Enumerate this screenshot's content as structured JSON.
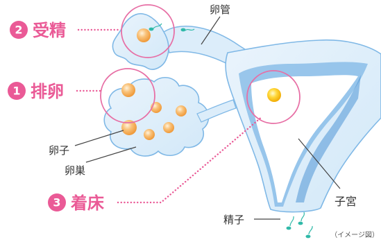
{
  "steps": [
    {
      "number": "1",
      "label": "排卵"
    },
    {
      "number": "2",
      "label": "受精"
    },
    {
      "number": "3",
      "label": "着床"
    }
  ],
  "labels": {
    "fallopian_tube": "卵管",
    "egg": "卵子",
    "ovary": "卵巣",
    "uterus": "子宮",
    "sperm": "精子"
  },
  "note": "（イメージ図）",
  "colors": {
    "pink": "#ea5a96",
    "pink_circle": "#e76fa5",
    "tissue_light": "#dcedfa",
    "tissue_mid": "#8ec3ea",
    "tissue_dark": "#4f95d6",
    "egg_orange": "#f6ad4e",
    "egg_gold": "#f5c400",
    "sperm_teal": "#2fb9a8",
    "text_dark": "#333333"
  }
}
